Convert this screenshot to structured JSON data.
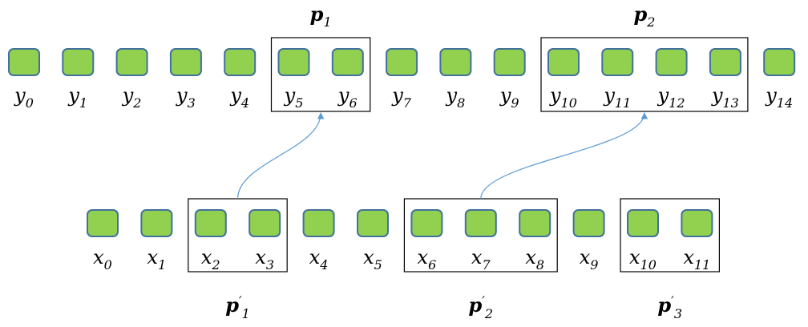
{
  "output_sequence": {
    "tokens": [
      {
        "base": "y",
        "sub": "0"
      },
      {
        "base": "y",
        "sub": "1"
      },
      {
        "base": "y",
        "sub": "2"
      },
      {
        "base": "y",
        "sub": "3"
      },
      {
        "base": "y",
        "sub": "4"
      },
      {
        "base": "y",
        "sub": "5"
      },
      {
        "base": "y",
        "sub": "6"
      },
      {
        "base": "y",
        "sub": "7"
      },
      {
        "base": "y",
        "sub": "8"
      },
      {
        "base": "y",
        "sub": "9"
      },
      {
        "base": "y",
        "sub": "10"
      },
      {
        "base": "y",
        "sub": "11"
      },
      {
        "base": "y",
        "sub": "12"
      },
      {
        "base": "y",
        "sub": "13"
      },
      {
        "base": "y",
        "sub": "14"
      }
    ],
    "groups": [
      {
        "base": "p",
        "sub": "1",
        "prime": "",
        "from": 5,
        "to": 6
      },
      {
        "base": "p",
        "sub": "2",
        "prime": "",
        "from": 10,
        "to": 13
      }
    ]
  },
  "input_sequence": {
    "tokens": [
      {
        "base": "x",
        "sub": "0"
      },
      {
        "base": "x",
        "sub": "1"
      },
      {
        "base": "x",
        "sub": "2"
      },
      {
        "base": "x",
        "sub": "3"
      },
      {
        "base": "x",
        "sub": "4"
      },
      {
        "base": "x",
        "sub": "5"
      },
      {
        "base": "x",
        "sub": "6"
      },
      {
        "base": "x",
        "sub": "7"
      },
      {
        "base": "x",
        "sub": "8"
      },
      {
        "base": "x",
        "sub": "9"
      },
      {
        "base": "x",
        "sub": "10"
      },
      {
        "base": "x",
        "sub": "11"
      }
    ],
    "groups": [
      {
        "base": "p",
        "sub": "1",
        "prime": "′",
        "from": 2,
        "to": 3
      },
      {
        "base": "p",
        "sub": "2",
        "prime": "′",
        "from": 6,
        "to": 8
      },
      {
        "base": "p",
        "sub": "3",
        "prime": "′",
        "from": 10,
        "to": 11
      }
    ]
  },
  "mappings": [
    {
      "from_input_group": 0,
      "to_output_group": 0
    },
    {
      "from_input_group": 1,
      "to_output_group": 1
    }
  ],
  "colors": {
    "token_fill": "#92d050",
    "token_stroke": "#41719c",
    "arrow": "#5b9bd5",
    "group_box": "#000000"
  }
}
